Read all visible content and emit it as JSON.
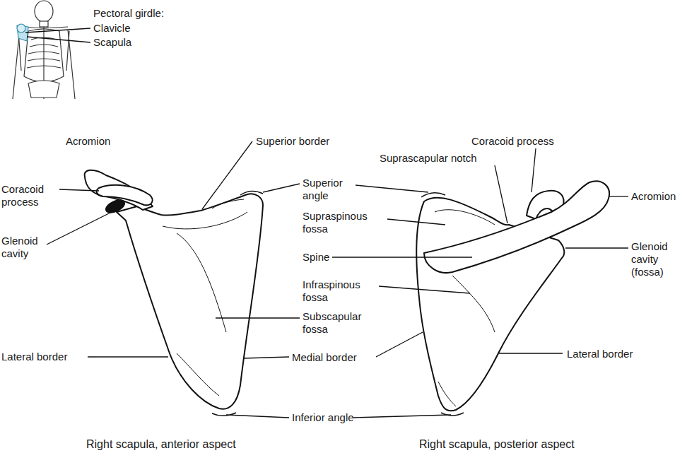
{
  "diagram": {
    "labels": [
      "Pectoral girdle:",
      "Clavicle",
      "Scapula",
      "Acromion",
      "Coracoid process",
      "Glenoid cavity",
      "Superior border",
      "Superior angle",
      "Supraspinous fossa",
      "Spine",
      "Infraspinous fossa",
      "Subscapular fossa",
      "Lateral border",
      "Medial border",
      "Inferior angle",
      "Coracoid process",
      "Suprascapular notch",
      "Acromion",
      "Glenoid cavity (fossa)",
      "Lateral border",
      "Right scapula, anterior aspect",
      "Right scapula, posterior aspect"
    ]
  }
}
